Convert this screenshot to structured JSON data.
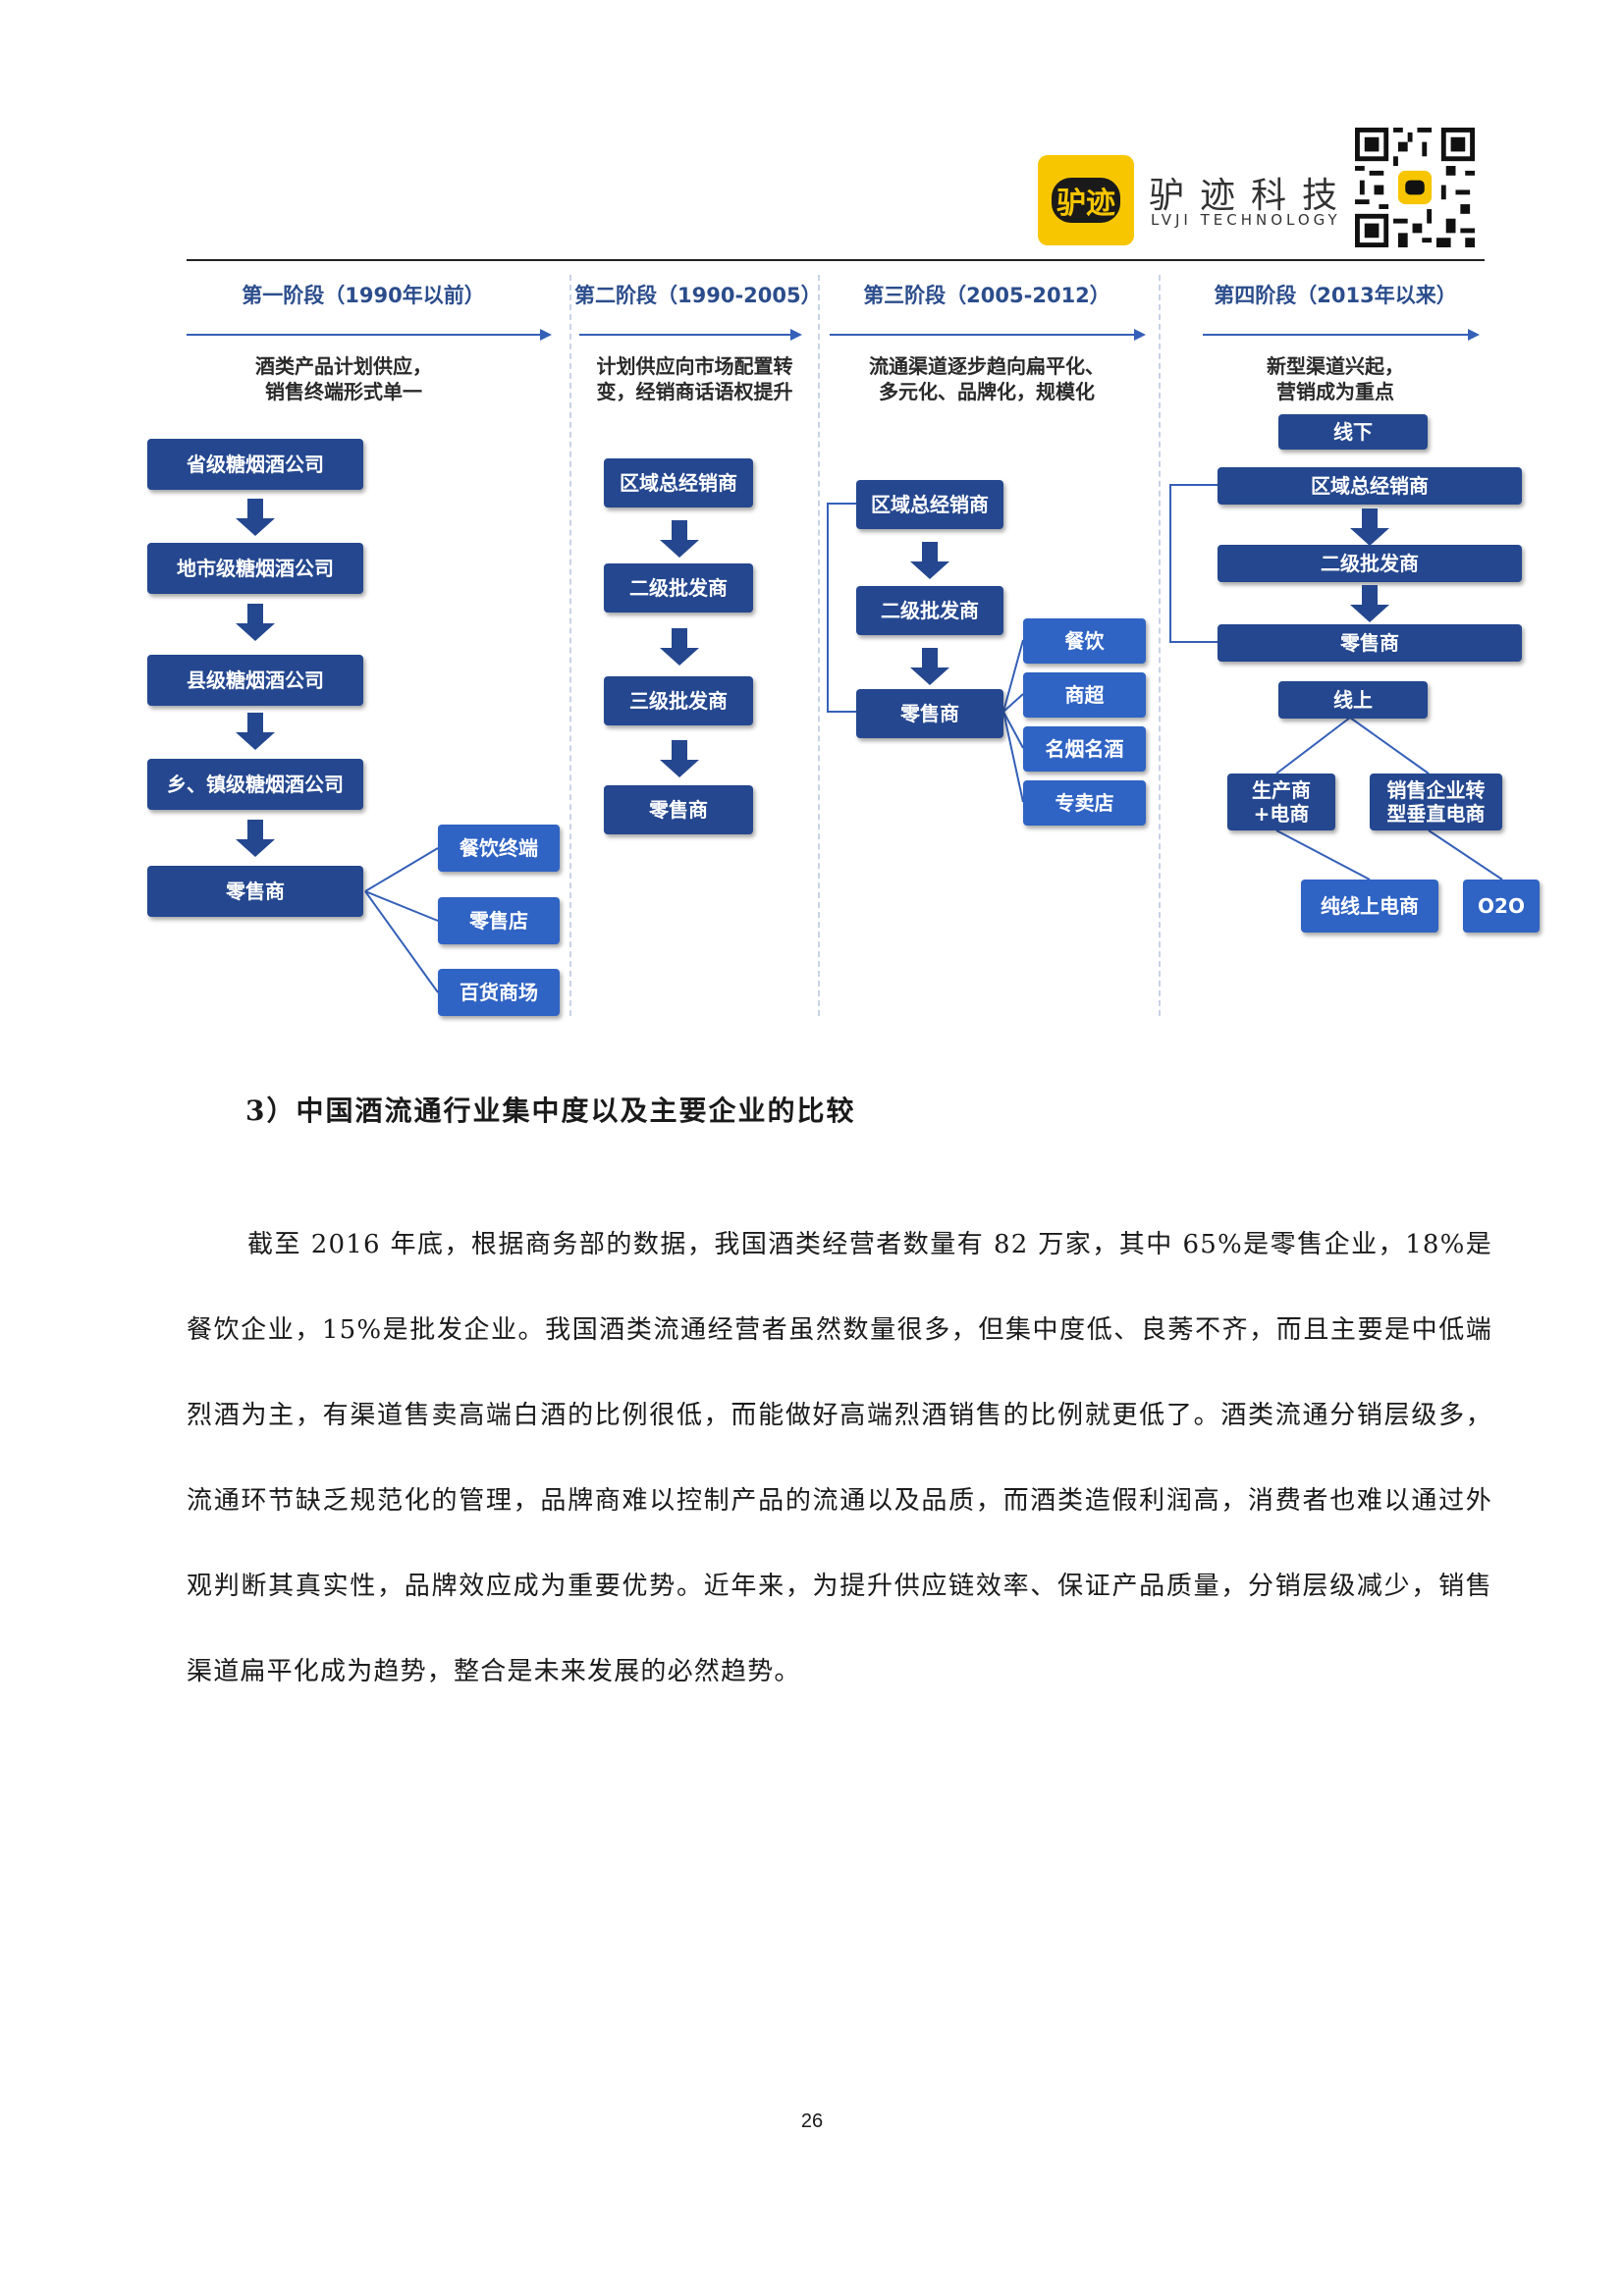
{
  "header": {
    "logo_text": "驴迹",
    "brand_cn": "驴迹科技",
    "brand_en": "LVJI TECHNOLOGY"
  },
  "diagram": {
    "stages": [
      {
        "title": "第一阶段（1990年以前）",
        "desc_lines": [
          "酒类产品计划供应，",
          "销售终端形式单一"
        ],
        "nodes": [
          "省级糖烟酒公司",
          "地市级糖烟酒公司",
          "县级糖烟酒公司",
          "乡、镇级糖烟酒公司",
          "零售商"
        ],
        "branches": [
          "餐饮终端",
          "零售店",
          "百货商场"
        ]
      },
      {
        "title": "第二阶段（1990-2005）",
        "desc_lines": [
          "计划供应向市场配置转",
          "变，经销商话语权提升"
        ],
        "nodes": [
          "区域总经销商",
          "二级批发商",
          "三级批发商",
          "零售商"
        ]
      },
      {
        "title": "第三阶段（2005-2012）",
        "desc_lines": [
          "流通渠道逐步趋向扁平化、",
          "多元化、品牌化，规模化"
        ],
        "nodes": [
          "区域总经销商",
          "二级批发商",
          "零售商"
        ],
        "branches": [
          "餐饮",
          "商超",
          "名烟名酒",
          "专卖店"
        ]
      },
      {
        "title": "第四阶段（2013年以来）",
        "desc_lines": [
          "新型渠道兴起，",
          "营销成为重点"
        ],
        "offline_label": "线下",
        "offline_nodes": [
          "区域总经销商",
          "二级批发商",
          "零售商"
        ],
        "online_label": "线上",
        "online_nodes": [
          "生产商+电商",
          "销售企业转型垂直电商"
        ],
        "online_sub": [
          "纯线上电商",
          "O2O"
        ]
      }
    ]
  },
  "section_title": "3）中国酒流通行业集中度以及主要企业的比较",
  "paragraph": "截至 2016 年底，根据商务部的数据，我国酒类经营者数量有 82 万家，其中 65%是零售企业，18%是餐饮企业，15%是批发企业。我国酒类流通经营者虽然数量很多，但集中度低、良莠不齐，而且主要是中低端烈酒为主，有渠道售卖高端白酒的比例很低，而能做好高端烈酒销售的比例就更低了。酒类流通分销层级多，流通环节缺乏规范化的管理，品牌商难以控制产品的流通以及品质，而酒类造假利润高，消费者也难以通过外观判断其真实性，品牌效应成为重要优势。近年来，为提升供应链效率、保证产品质量，分销层级减少，销售渠道扁平化成为趋势，整合是未来发展的必然趋势。",
  "page_number": "26",
  "colors": {
    "box": "#24478f",
    "accent": "#f7c600",
    "line": "#3560b8"
  }
}
